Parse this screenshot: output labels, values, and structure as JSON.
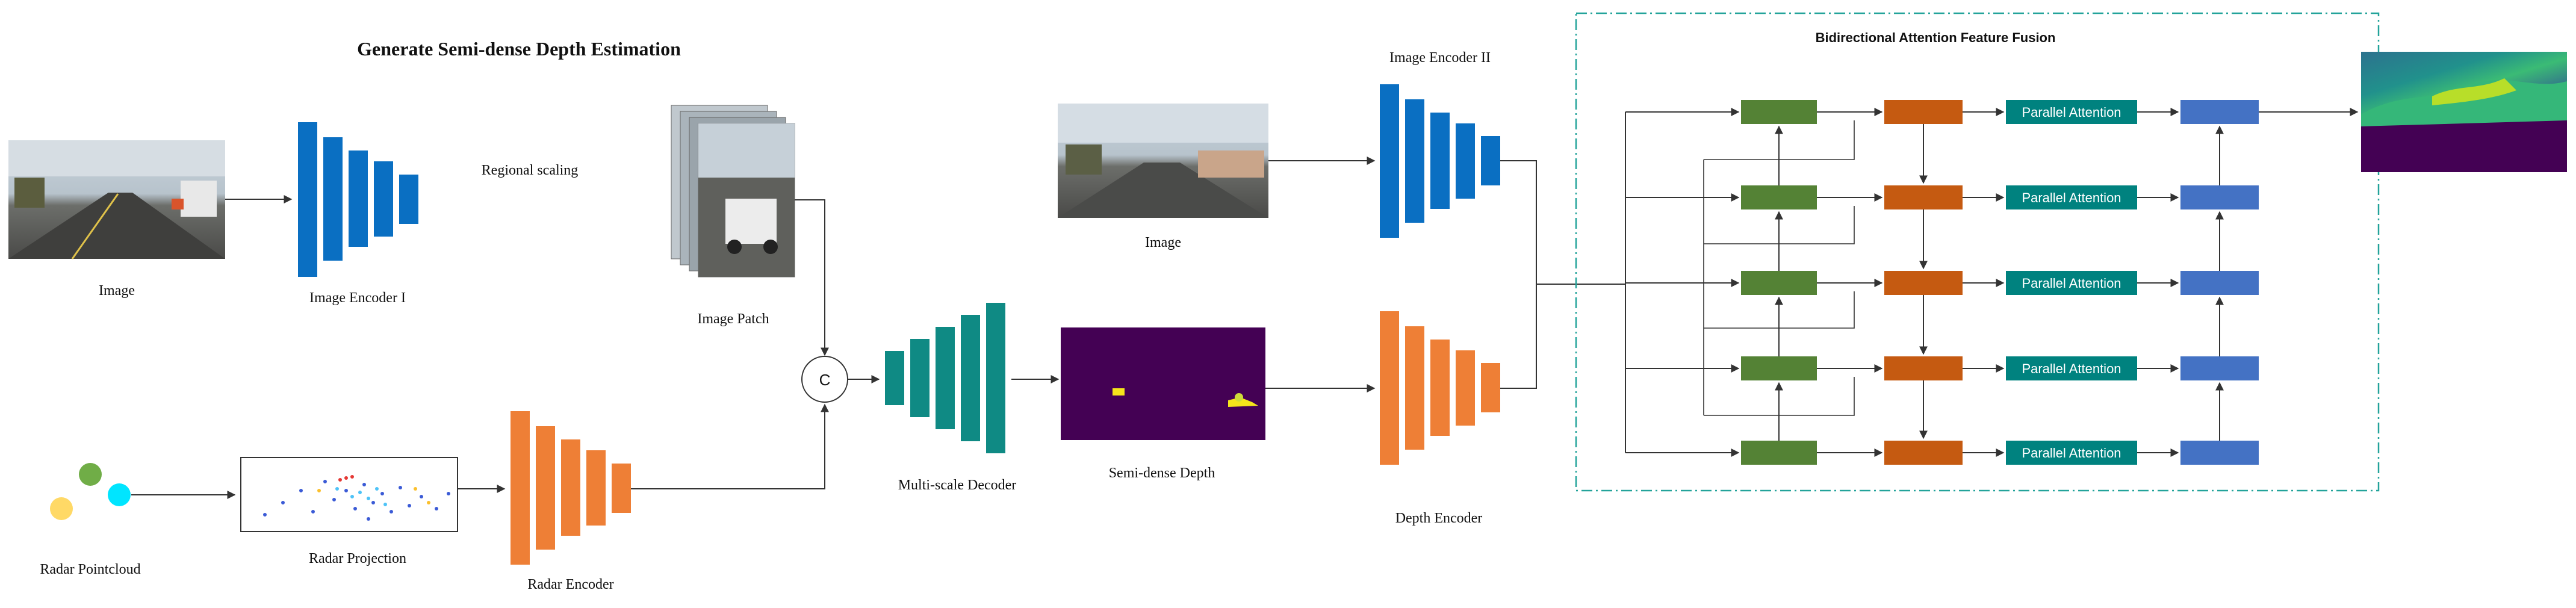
{
  "title": "Generate Semi-dense Depth Estimation",
  "fusion_title": "Bidirectional Attention Feature Fusion",
  "labels": {
    "image_left": "Image",
    "image_encoder_1": "Image Encoder I",
    "regional_scaling": "Regional scaling",
    "image_patch": "Image Patch",
    "concat": "C",
    "multiscale_decoder": "Multi-scale Decoder",
    "radar_pointcloud": "Radar Pointcloud",
    "radar_projection": "Radar Projection",
    "radar_encoder": "Radar Encoder",
    "image_right": "Image",
    "semi_dense_depth": "Semi-dense Depth",
    "image_encoder_2": "Image Encoder II",
    "depth_encoder": "Depth Encoder",
    "parallel_attention": "Parallel Attention"
  },
  "colors": {
    "encoder_blue": "#0a6fc2",
    "encoder_orange": "#ee7f36",
    "decoder_teal": "#0f8a84",
    "green_block": "#548235",
    "orange_block": "#c55a11",
    "teal_attention": "#00827f",
    "blue_block": "#4472c4",
    "fusion_border": "#23a39a",
    "depth_bg": "#440154",
    "depth_blob": "#f5e51b"
  }
}
